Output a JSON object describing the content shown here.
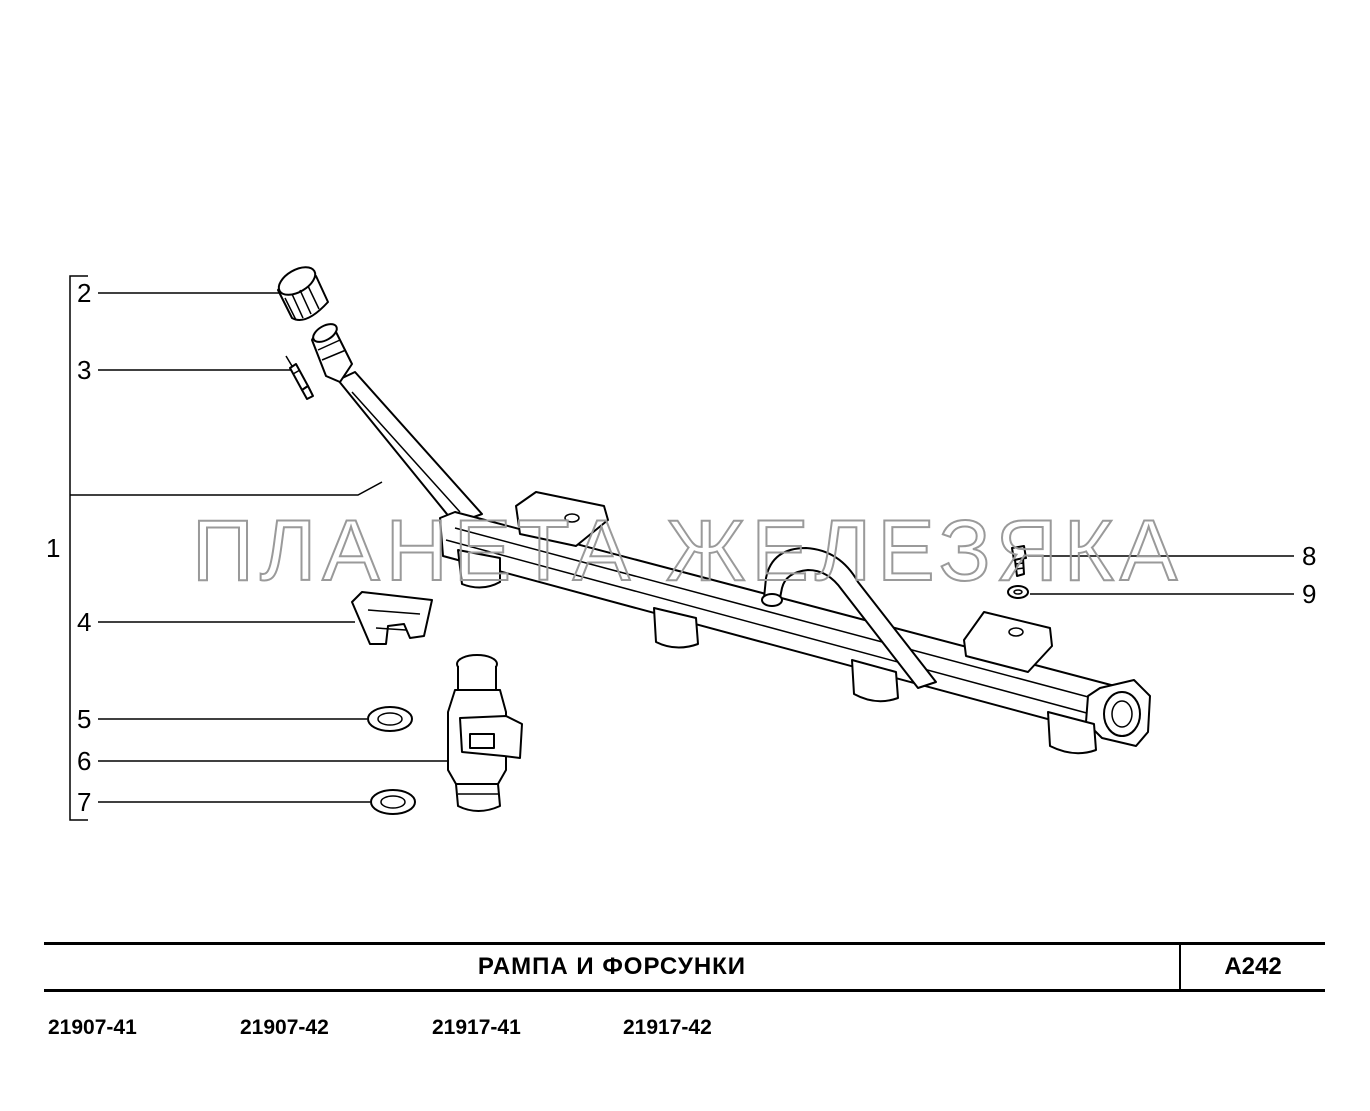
{
  "callouts": [
    "1",
    "2",
    "3",
    "4",
    "5",
    "6",
    "7",
    "8",
    "9"
  ],
  "watermark": "ПЛАНЕТА ЖЕЛЕЗЯКА",
  "title": "РАМПА  И  ФОРСУНКИ",
  "code": "А242",
  "models": [
    "21907-41",
    "21907-42",
    "21917-41",
    "21917-42"
  ]
}
